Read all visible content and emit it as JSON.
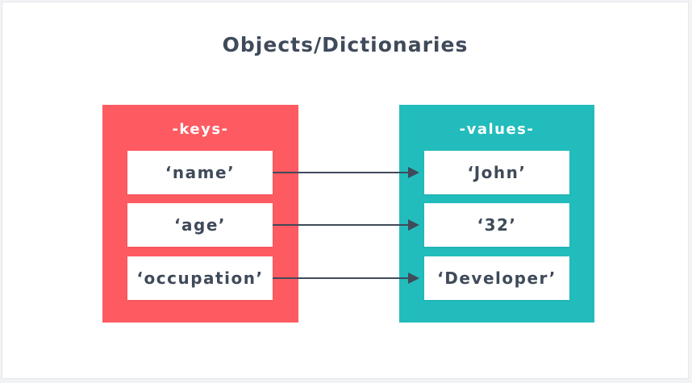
{
  "title": "Objects/Dictionaries",
  "keys": {
    "label": "-keys-",
    "items": [
      "‘name’",
      "‘age’",
      "‘occupation’"
    ]
  },
  "values": {
    "label": "-values-",
    "items": [
      "‘John’",
      "‘32’",
      "‘Developer’"
    ]
  },
  "colors": {
    "keys_panel": "#fe5a61",
    "values_panel": "#22bcbc",
    "text": "#3f4a5a",
    "arrow": "#3f4a5a"
  },
  "icons": [
    "arrow-right-icon"
  ]
}
